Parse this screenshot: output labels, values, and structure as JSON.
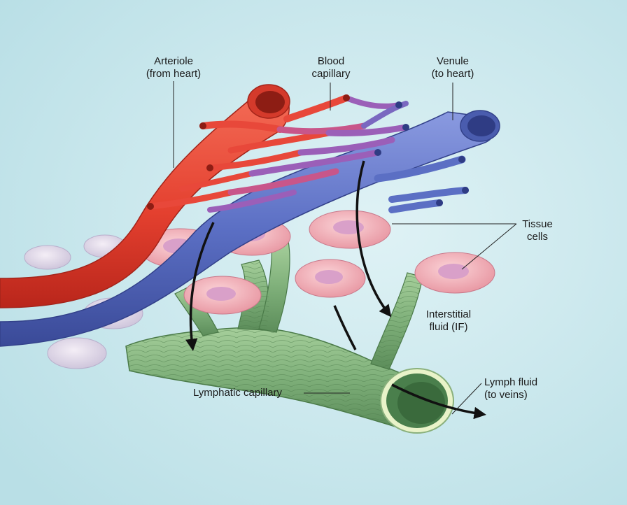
{
  "labels": {
    "arteriole": [
      "Arteriole",
      "(from heart)"
    ],
    "blood_capillary": [
      "Blood",
      "capillary"
    ],
    "venule": [
      "Venule",
      "(to heart)"
    ],
    "tissue_cells": [
      "Tissue",
      "cells"
    ],
    "interstitial_fluid": [
      "Interstitial",
      "fluid (IF)"
    ],
    "lymphatic_capillary": "Lymphatic capillary",
    "lymph_fluid": [
      "Lymph fluid",
      "(to veins)"
    ]
  },
  "colors": {
    "background": "#c7e6ec",
    "arteriole": "#e8483a",
    "venule": "#5b6fc4",
    "capillary_mix": "#9b5fb8",
    "lymphatic": "#7fb07a",
    "tissue_cell": "#f1b6bd",
    "cell_nucleus": "#d9a0c9",
    "arrow": "#111111"
  }
}
